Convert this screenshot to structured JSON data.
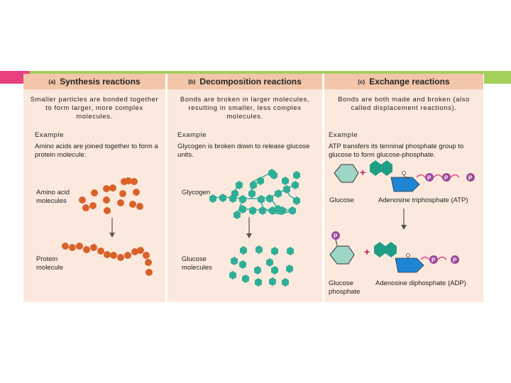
{
  "colors": {
    "panel": "#fbe9dd",
    "header": "#f3c6aa",
    "accent_pink": "#e8417e",
    "accent_green": "#a3cf5a",
    "amino": "#d9622b",
    "glucose": "#2fae98",
    "atp": "#1e86d4",
    "phosphate": "#9b4a9c"
  },
  "panels": [
    {
      "letter": "(a)",
      "title": "Synthesis reactions",
      "desc": "Smaller particles are bonded together to form larger, more complex molecules.",
      "example_label": "Example",
      "example_text": "Amino acids are joined together to form a protein molecule.",
      "label_top": "Amino acid molecules",
      "label_bottom": "Protein molecule"
    },
    {
      "letter": "(b)",
      "title": "Decomposition reactions",
      "desc": "Bonds are broken in larger molecules, resulting in smaller, less complex molecules.",
      "example_label": "Example",
      "example_text": "Glycogen is broken down to release glucose units.",
      "label_top": "Glycogen",
      "label_bottom": "Glucose molecules"
    },
    {
      "letter": "(c)",
      "title": "Exchange reactions",
      "desc": "Bonds are both made and broken (also called displacement reactions).",
      "example_label": "Example",
      "example_text": "ATP transfers its terminal phosphate group to glucose to form glucose-phosphate.",
      "label_glucose": "Glucose",
      "label_atp": "Adenosine triphosphate (ATP)",
      "label_glucose_phosphate": "Glucose phosphate",
      "label_adp": "Adenosine diphosphate (ADP)",
      "phosphate_symbol": "P",
      "plus_symbol": "+"
    }
  ]
}
